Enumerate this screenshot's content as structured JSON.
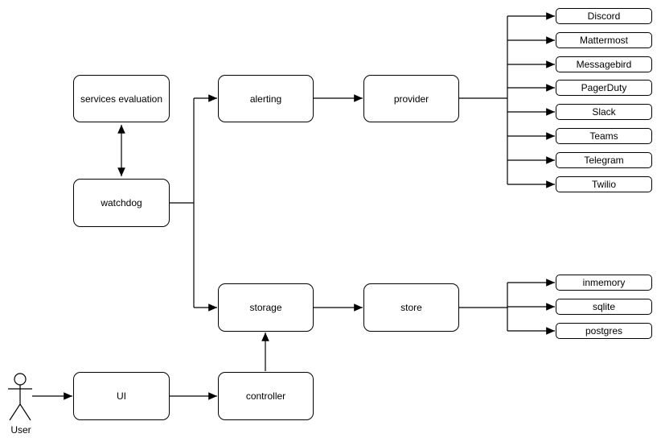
{
  "diagram": {
    "nodes": {
      "services_evaluation": "services evaluation",
      "watchdog": "watchdog",
      "alerting": "alerting",
      "provider": "provider",
      "storage": "storage",
      "store": "store",
      "ui": "UI",
      "controller": "controller"
    },
    "actor": {
      "label": "User"
    },
    "alert_providers": [
      "Discord",
      "Mattermost",
      "Messagebird",
      "PagerDuty",
      "Slack",
      "Teams",
      "Telegram",
      "Twilio"
    ],
    "store_backends": [
      "inmemory",
      "sqlite",
      "postgres"
    ],
    "edges": [
      {
        "from": "services evaluation",
        "to": "watchdog",
        "bidirectional": true
      },
      {
        "from": "watchdog",
        "to": "alerting"
      },
      {
        "from": "watchdog",
        "to": "storage"
      },
      {
        "from": "alerting",
        "to": "provider"
      },
      {
        "from": "provider",
        "to": "Discord"
      },
      {
        "from": "provider",
        "to": "Mattermost"
      },
      {
        "from": "provider",
        "to": "Messagebird"
      },
      {
        "from": "provider",
        "to": "PagerDuty"
      },
      {
        "from": "provider",
        "to": "Slack"
      },
      {
        "from": "provider",
        "to": "Teams"
      },
      {
        "from": "provider",
        "to": "Telegram"
      },
      {
        "from": "provider",
        "to": "Twilio"
      },
      {
        "from": "storage",
        "to": "store"
      },
      {
        "from": "store",
        "to": "inmemory"
      },
      {
        "from": "store",
        "to": "sqlite"
      },
      {
        "from": "store",
        "to": "postgres"
      },
      {
        "from": "User",
        "to": "UI"
      },
      {
        "from": "UI",
        "to": "controller"
      },
      {
        "from": "controller",
        "to": "storage"
      }
    ],
    "colors": {
      "stroke": "#000000",
      "node_fill": "#ffffff",
      "background": "#ffffff"
    }
  }
}
